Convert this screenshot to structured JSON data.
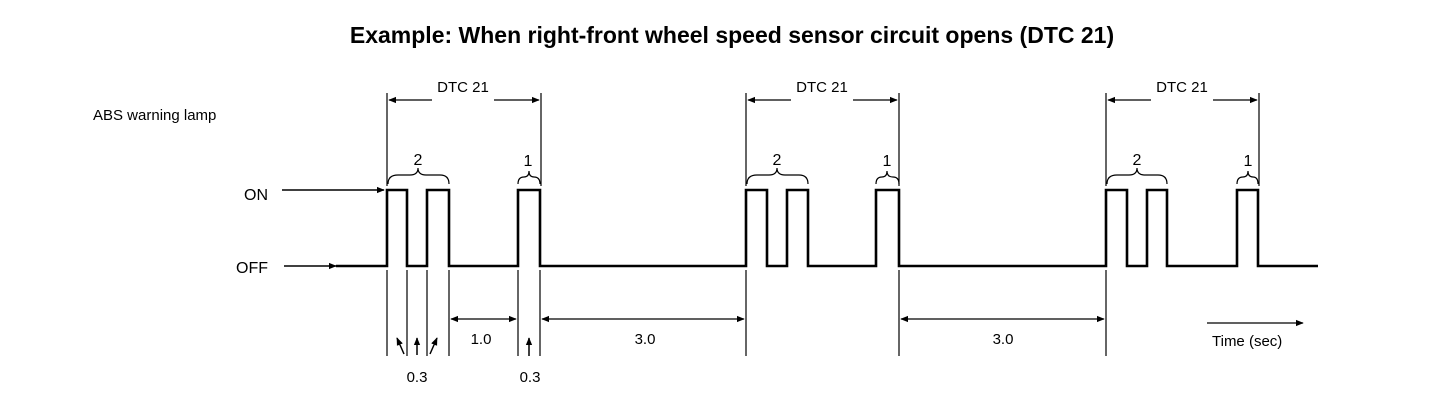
{
  "title": "Example: When right-front wheel speed sensor circuit opens (DTC 21)",
  "lamp_label": "ABS  warning lamp",
  "on_label": "ON",
  "off_label": "OFF",
  "dtc_label": "DTC 21",
  "count_two": "2",
  "count_one": "1",
  "pulse_width": "0.3",
  "gap_short": "1.0",
  "gap_long": "3.0",
  "time_label": "Time (sec)"
}
